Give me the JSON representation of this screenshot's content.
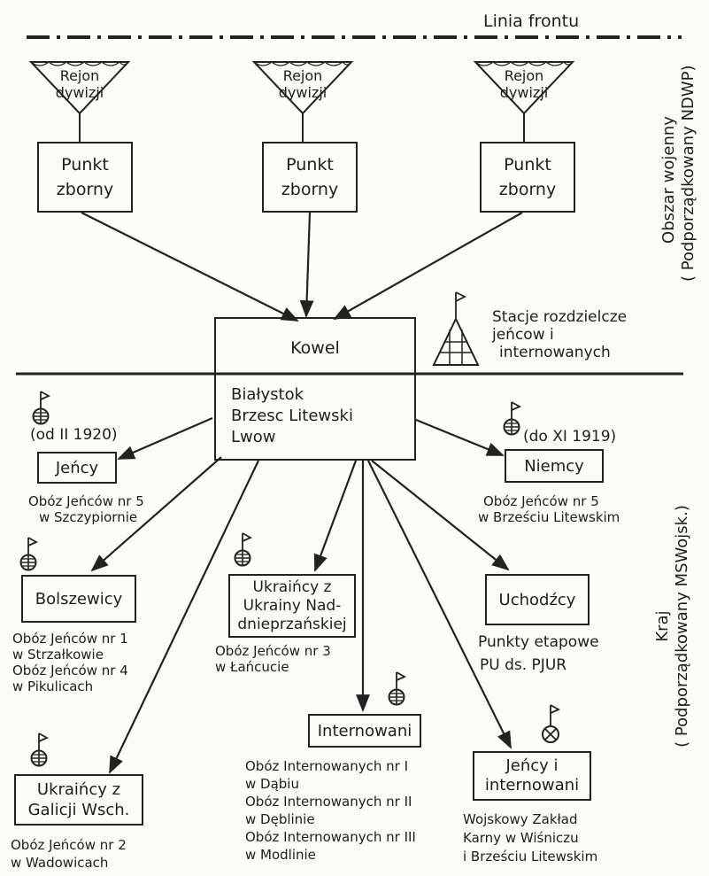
{
  "front_line": "Linia frontu",
  "division_region": "Rejon\ndywizji",
  "collection_point": {
    "line1": "Punkt",
    "line2": "zborny"
  },
  "kowel": "Kowel",
  "hub": {
    "line1": "Białystok",
    "line2": "Brzesc Litewski",
    "line3": "Lwow"
  },
  "legend": {
    "line1": "Stacje rozdzielcze",
    "line2": "jeńcow i",
    "line3": "internowanych"
  },
  "war_zone": {
    "line1": "Obszar wojenny",
    "line2": "( Podporządkowany NDWP)"
  },
  "home_zone": {
    "line1": "Kraj",
    "line2": "( Podporządkowany MSWojsk.)"
  },
  "nodes": {
    "jency": {
      "title": "Jeńcy",
      "date": "(od II 1920)",
      "caption1": "Obóz Jeńców nr 5",
      "caption2": "w Szczypiornie"
    },
    "niemcy": {
      "title": "Niemcy",
      "date": "(do XI 1919)",
      "caption1": "Obóz Jeńców nr 5",
      "caption2": "w Brześciu Litewskim"
    },
    "bolszewicy": {
      "title": "Bolszewicy",
      "caption1": "Obóz Jeńców nr 1",
      "caption2": "w Strzałkowie",
      "caption3": "Obóz Jeńców nr 4",
      "caption4": "w Pikulicach"
    },
    "ukraincy_nad": {
      "title1": "Ukraińcy z",
      "title2": "Ukrainy Nad-",
      "title3": "dnieprzańskiej",
      "caption1": "Obóz Jeńców nr 3",
      "caption2": "w Łańcucie"
    },
    "uchodzcy": {
      "title": "Uchodźcy",
      "caption1": "Punkty etapowe",
      "caption2": "PU ds. PJUR"
    },
    "ukraincy_gal": {
      "title1": "Ukraińcy z",
      "title2": "Galicji Wsch.",
      "caption1": "Obóz Jeńców nr 2",
      "caption2": "w Wadowicach"
    },
    "internowani": {
      "title": "Internowani",
      "caption1": "Obóz Internowanych nr I",
      "caption2": "w Dąbiu",
      "caption3": "Obóz Internowanych nr II",
      "caption4": "w Dęblinie",
      "caption5": "Obóz Internowanych nr III",
      "caption6": "w Modlinie"
    },
    "jency_int": {
      "title1": "Jeńcy i",
      "title2": "internowani",
      "caption1": "Wojskowy Zakład",
      "caption2": "Karny w Wiśniczu",
      "caption3": "i Brześciu Litewskim"
    }
  }
}
